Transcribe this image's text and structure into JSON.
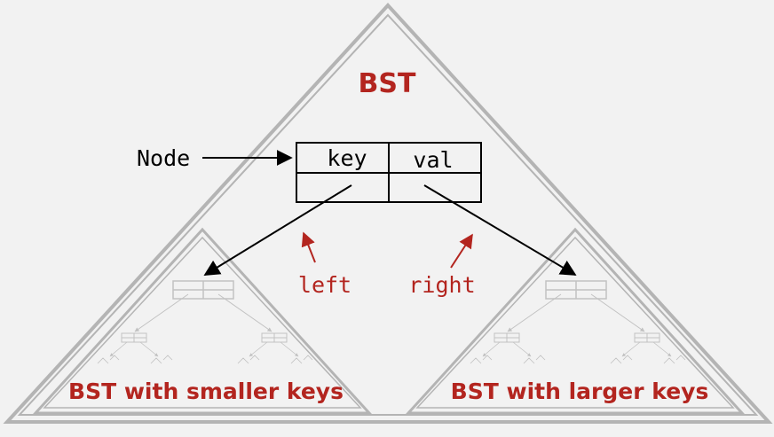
{
  "title": "BST",
  "node_label": "Node",
  "fields": {
    "key": "key",
    "val": "val"
  },
  "pointers": {
    "left": "left",
    "right": "right"
  },
  "subtrees": {
    "left": "BST with smaller keys",
    "right": "BST with larger keys"
  },
  "colors": {
    "accent": "#b3251f",
    "outline": "#b4b4b4",
    "line": "#000000",
    "faint": "#c2c2c2",
    "background": "#f2f2f2"
  }
}
